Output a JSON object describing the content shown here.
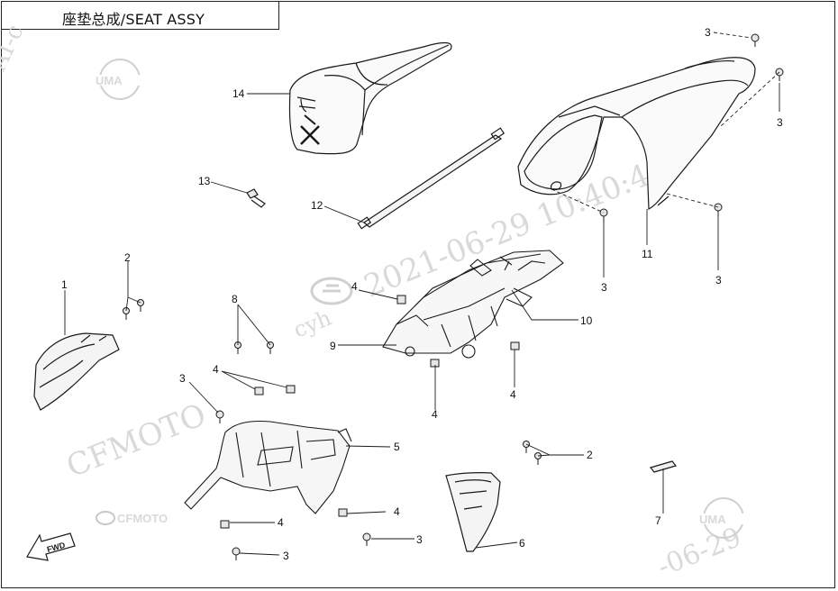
{
  "title": "座垫总成/SEAT ASSY",
  "watermarks": {
    "brand_text": "CFMOTO",
    "datestamp": "2021-06-29 10:40:4",
    "datestamp_short": "-06-29",
    "user": "cyh",
    "uma_logo": "UMA",
    "cfmoto_logo": "CFMOTO",
    "edge": "AI-c"
  },
  "fwd_label": "FWD",
  "callouts": {
    "c1": "1",
    "c2a": "2",
    "c2b": "2",
    "c3_top": "3",
    "c3_right": "3",
    "c3_mid": "3",
    "c3_right2": "3",
    "c3_left": "3",
    "c3_bottom": "3",
    "c3_low": "3",
    "c4_center": "4",
    "c4_left": "4",
    "c4_a": "4",
    "c4_b": "4",
    "c4_bottom": "4",
    "c4_low": "4",
    "c5": "5",
    "c6": "6",
    "c7": "7",
    "c8": "8",
    "c9": "9",
    "c10": "10",
    "c11": "11",
    "c12": "12",
    "c13": "13",
    "c14": "14"
  },
  "colors": {
    "line": "#1a1a1a",
    "watermark": "#d9d9d9",
    "background": "#ffffff"
  }
}
